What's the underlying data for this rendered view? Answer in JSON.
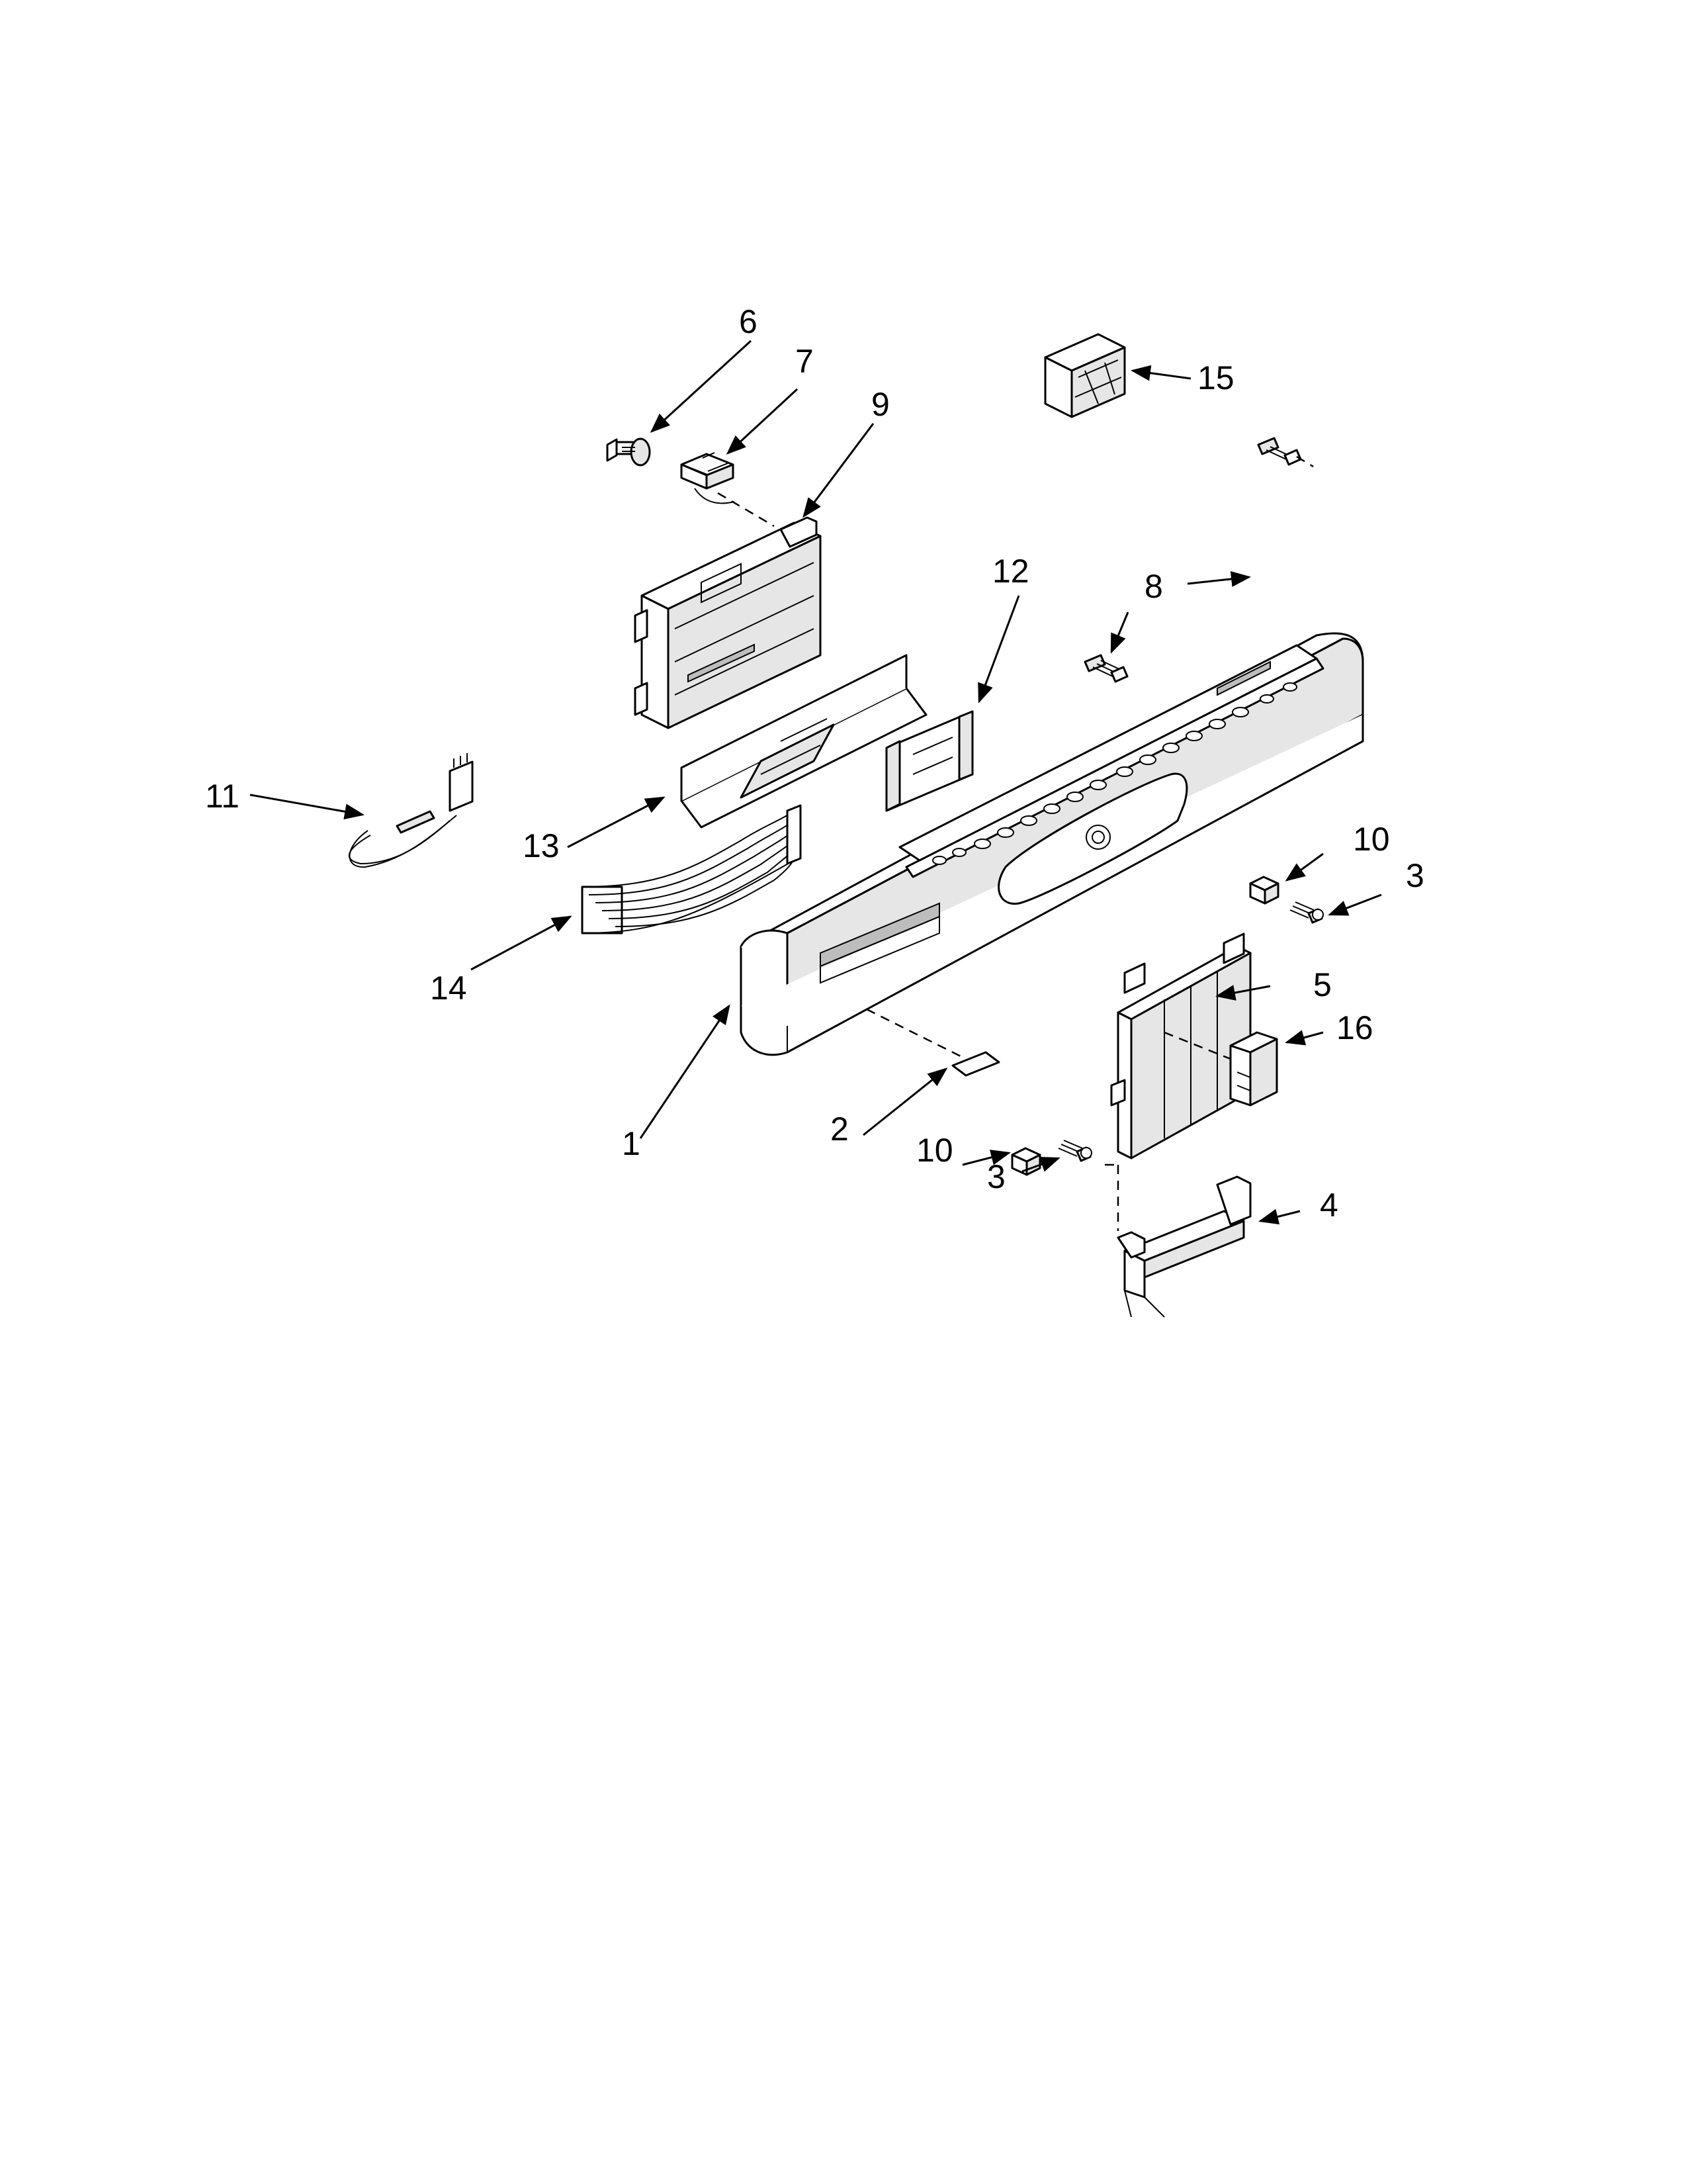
{
  "callouts": [
    {
      "id": "c6",
      "label": "6"
    },
    {
      "id": "c7",
      "label": "7"
    },
    {
      "id": "c9",
      "label": "9"
    },
    {
      "id": "c15",
      "label": "15"
    },
    {
      "id": "c12",
      "label": "12"
    },
    {
      "id": "c8",
      "label": "8"
    },
    {
      "id": "c11",
      "label": "11"
    },
    {
      "id": "c13",
      "label": "13"
    },
    {
      "id": "c14",
      "label": "14"
    },
    {
      "id": "c10a",
      "label": "10"
    },
    {
      "id": "c3a",
      "label": "3"
    },
    {
      "id": "c5",
      "label": "5"
    },
    {
      "id": "c16",
      "label": "16"
    },
    {
      "id": "c1",
      "label": "1"
    },
    {
      "id": "c2",
      "label": "2"
    },
    {
      "id": "c10b",
      "label": "10"
    },
    {
      "id": "c3b",
      "label": "3"
    },
    {
      "id": "c4",
      "label": "4"
    }
  ],
  "colors": {
    "line": "#000000",
    "panel_fill": "#e6e6e6",
    "background": "#ffffff"
  }
}
